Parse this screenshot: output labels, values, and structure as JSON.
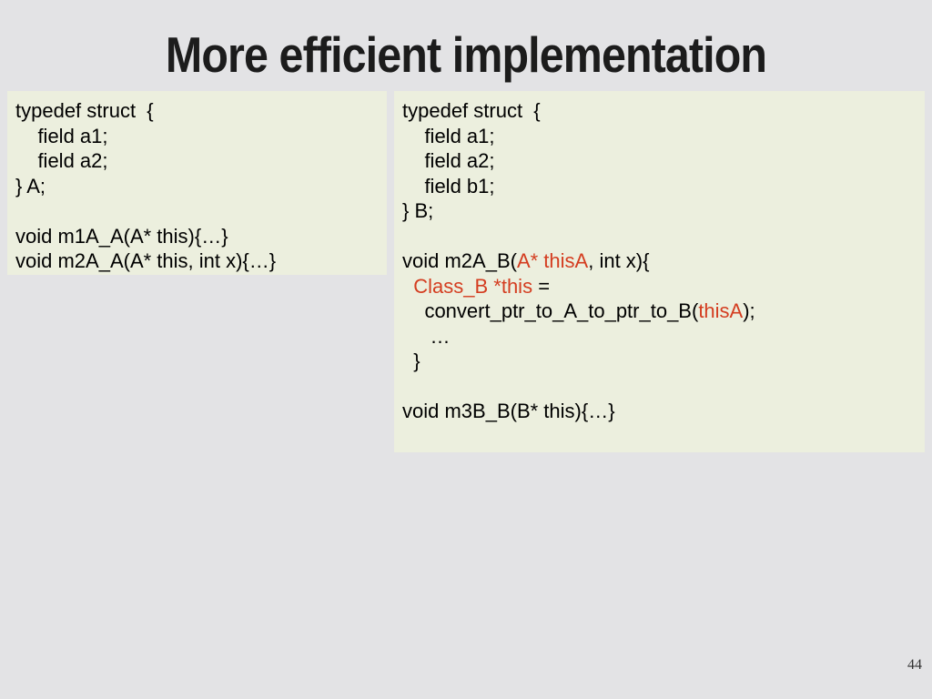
{
  "slide": {
    "title": "More efficient implementation",
    "page_number": "44"
  },
  "colors": {
    "background": "#e3e3e5",
    "title_text": "#1c1c1c",
    "code_block_bg": "#ecefde",
    "code_text": "#000000",
    "code_highlight": "#d43d20",
    "page_number_text": "#333333"
  },
  "code_left": {
    "lines": [
      [
        {
          "t": "typedef struct  {"
        }
      ],
      [
        {
          "t": "    field a1;"
        }
      ],
      [
        {
          "t": "    field a2;"
        }
      ],
      [
        {
          "t": "} A;"
        }
      ],
      [
        {
          "t": ""
        }
      ],
      [
        {
          "t": "void m1A_A(A* this){…}"
        }
      ],
      [
        {
          "t": "void m2A_A(A* this, int x){…}"
        }
      ]
    ]
  },
  "code_right": {
    "lines": [
      [
        {
          "t": "typedef struct  {"
        }
      ],
      [
        {
          "t": "    field a1;"
        }
      ],
      [
        {
          "t": "    field a2;"
        }
      ],
      [
        {
          "t": "    field b1;"
        }
      ],
      [
        {
          "t": "} B;"
        }
      ],
      [
        {
          "t": ""
        }
      ],
      [
        {
          "t": "void m2A_B("
        },
        {
          "t": "A* thisA",
          "c": "code_highlight"
        },
        {
          "t": ", int x){"
        }
      ],
      [
        {
          "t": "  "
        },
        {
          "t": "Class_B *this",
          "c": "code_highlight"
        },
        {
          "t": " ="
        }
      ],
      [
        {
          "t": "    convert_ptr_to_A_to_ptr_to_B("
        },
        {
          "t": "thisA",
          "c": "code_highlight"
        },
        {
          "t": ");"
        }
      ],
      [
        {
          "t": "     …"
        }
      ],
      [
        {
          "t": "  }"
        }
      ],
      [
        {
          "t": ""
        }
      ],
      [
        {
          "t": "void m3B_B(B* this){…}"
        }
      ]
    ]
  }
}
